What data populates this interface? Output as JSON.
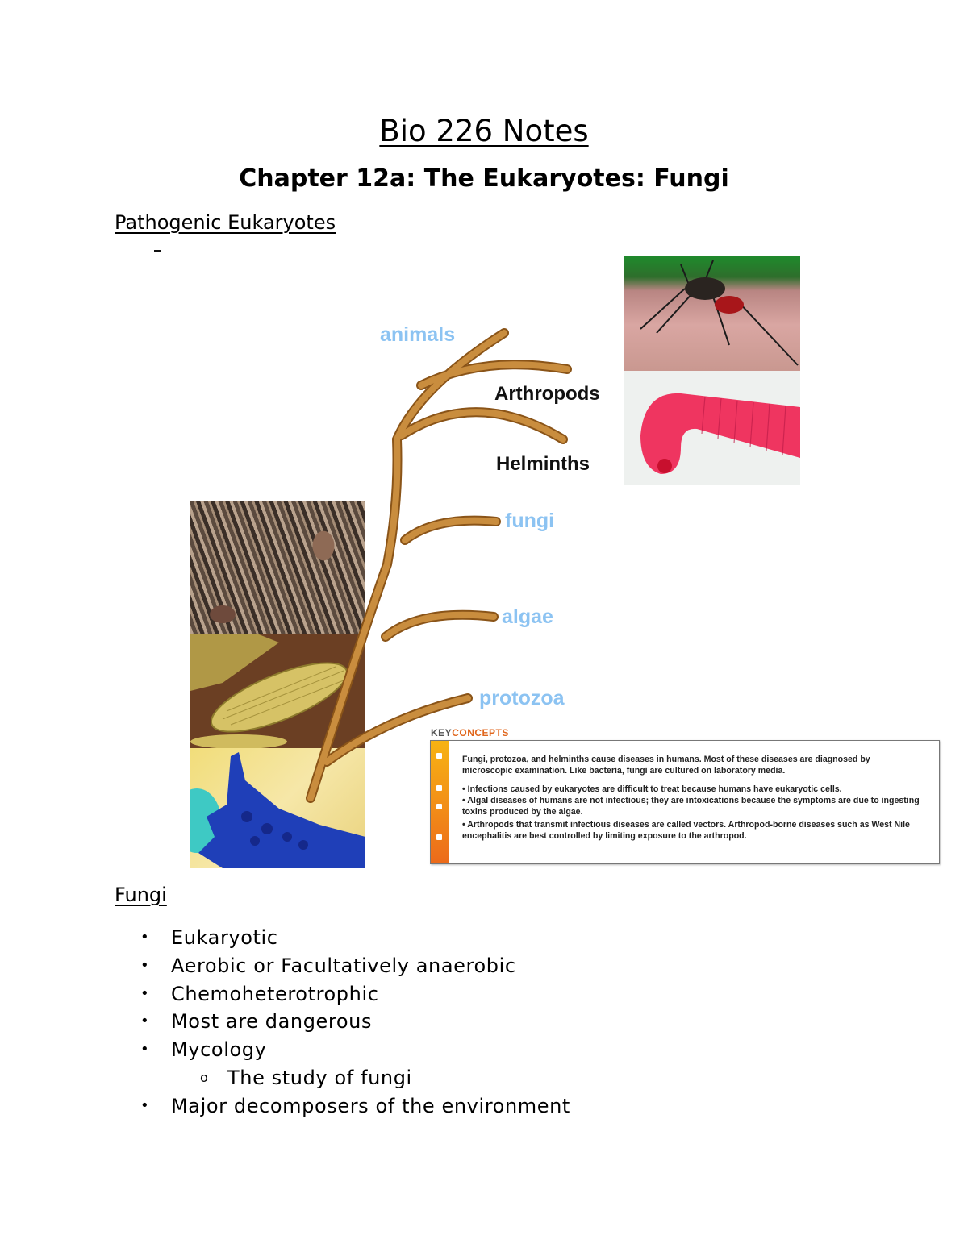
{
  "document": {
    "title": "Bio 226 Notes",
    "chapter": "Chapter 12a: The Eukaryotes: Fungi"
  },
  "sections": {
    "pathogenic": {
      "heading": "Pathogenic Eukaryotes"
    },
    "fungi": {
      "heading": "Fungi",
      "bullets": [
        {
          "text": "Eukaryotic",
          "marker": "•",
          "level": 1
        },
        {
          "text": "Aerobic or Facultatively anaerobic",
          "marker": "•",
          "level": 1
        },
        {
          "text": "Chemoheterotrophic",
          "marker": "•",
          "level": 1
        },
        {
          "text": "Most are dangerous",
          "marker": "•",
          "level": 1
        },
        {
          "text": "Mycology",
          "marker": "•",
          "level": 1
        },
        {
          "text": "The study of fungi",
          "marker": "o",
          "level": 2
        },
        {
          "text": "Major decomposers of the environment",
          "marker": "•",
          "level": 1
        }
      ]
    }
  },
  "figure": {
    "tree_labels": {
      "animals": "animals",
      "arthropods": "Arthropods",
      "helminths": "Helminths",
      "fungi": "fungi",
      "algae": "algae",
      "protozoa": "protozoa"
    },
    "colors": {
      "branch": "#b87a2e",
      "branch_dark": "#8a5418",
      "group_label": "#8cc3f2",
      "key_accent": "#e0661c"
    },
    "photos": [
      {
        "name": "fungi-micrograph",
        "subject": "fungal mycelium SEM"
      },
      {
        "name": "algae-micrograph",
        "subject": "diatom SEM"
      },
      {
        "name": "protozoa-micrograph",
        "subject": "amoeba"
      },
      {
        "name": "arthropod-photo",
        "subject": "mosquito on skin"
      },
      {
        "name": "helminth-photo",
        "subject": "red worm"
      }
    ]
  },
  "key_concepts": {
    "label_part1": "KEY",
    "label_part2": "CONCEPTS",
    "paragraphs": [
      "Fungi, protozoa, and helminths cause diseases in humans. Most of these diseases are diagnosed by microscopic examination. Like bacteria, fungi are cultured on laboratory media.",
      "• Infections caused by eukaryotes are difficult to treat because humans have eukaryotic cells.",
      "• Algal diseases of humans are not infectious; they are intoxications because the symptoms are due to ingesting toxins produced by the algae.",
      "• Arthropods that transmit infectious diseases are called vectors. Arthropod-borne diseases such as West Nile encephalitis are best controlled by limiting exposure to the arthropod."
    ]
  }
}
